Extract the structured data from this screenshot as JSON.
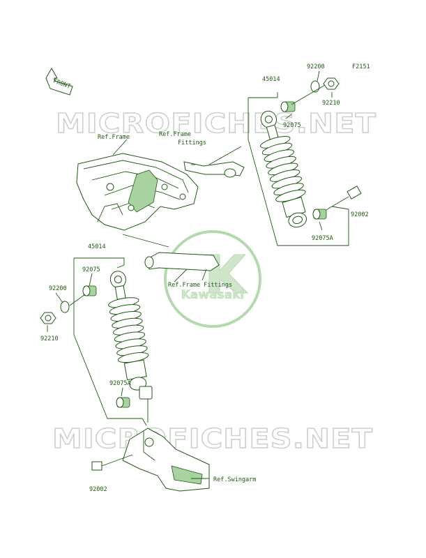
{
  "figure_code": "F2151",
  "front_arrow_label": "FRONT",
  "watermark": {
    "text": "MICROFICHES.NET",
    "logo_text": "Kawasaki"
  },
  "labels": {
    "shock_top": "45014",
    "washer_top": "92200",
    "nut_top": "92210",
    "bushing_top": "92075",
    "bolt_top": "92002",
    "bushing_a_top": "92075A",
    "ref_frame": "Ref.Frame",
    "ref_frame_fittings_top_1": "Ref.Frame",
    "ref_frame_fittings_top_2": "Fittings",
    "shock_bottom": "45014",
    "bushing_bottom": "92075",
    "washer_bottom": "92200",
    "nut_bottom": "92210",
    "ref_frame_fittings_mid": "Ref.Frame Fittings",
    "bushing_a_bottom": "92075A",
    "bolt_bottom": "92002",
    "ref_swingarm": "Ref.Swingarm"
  },
  "colors": {
    "line": "#1e5a12",
    "part_fill": "#a8d3a0",
    "watermark": "#c9cfc9"
  }
}
